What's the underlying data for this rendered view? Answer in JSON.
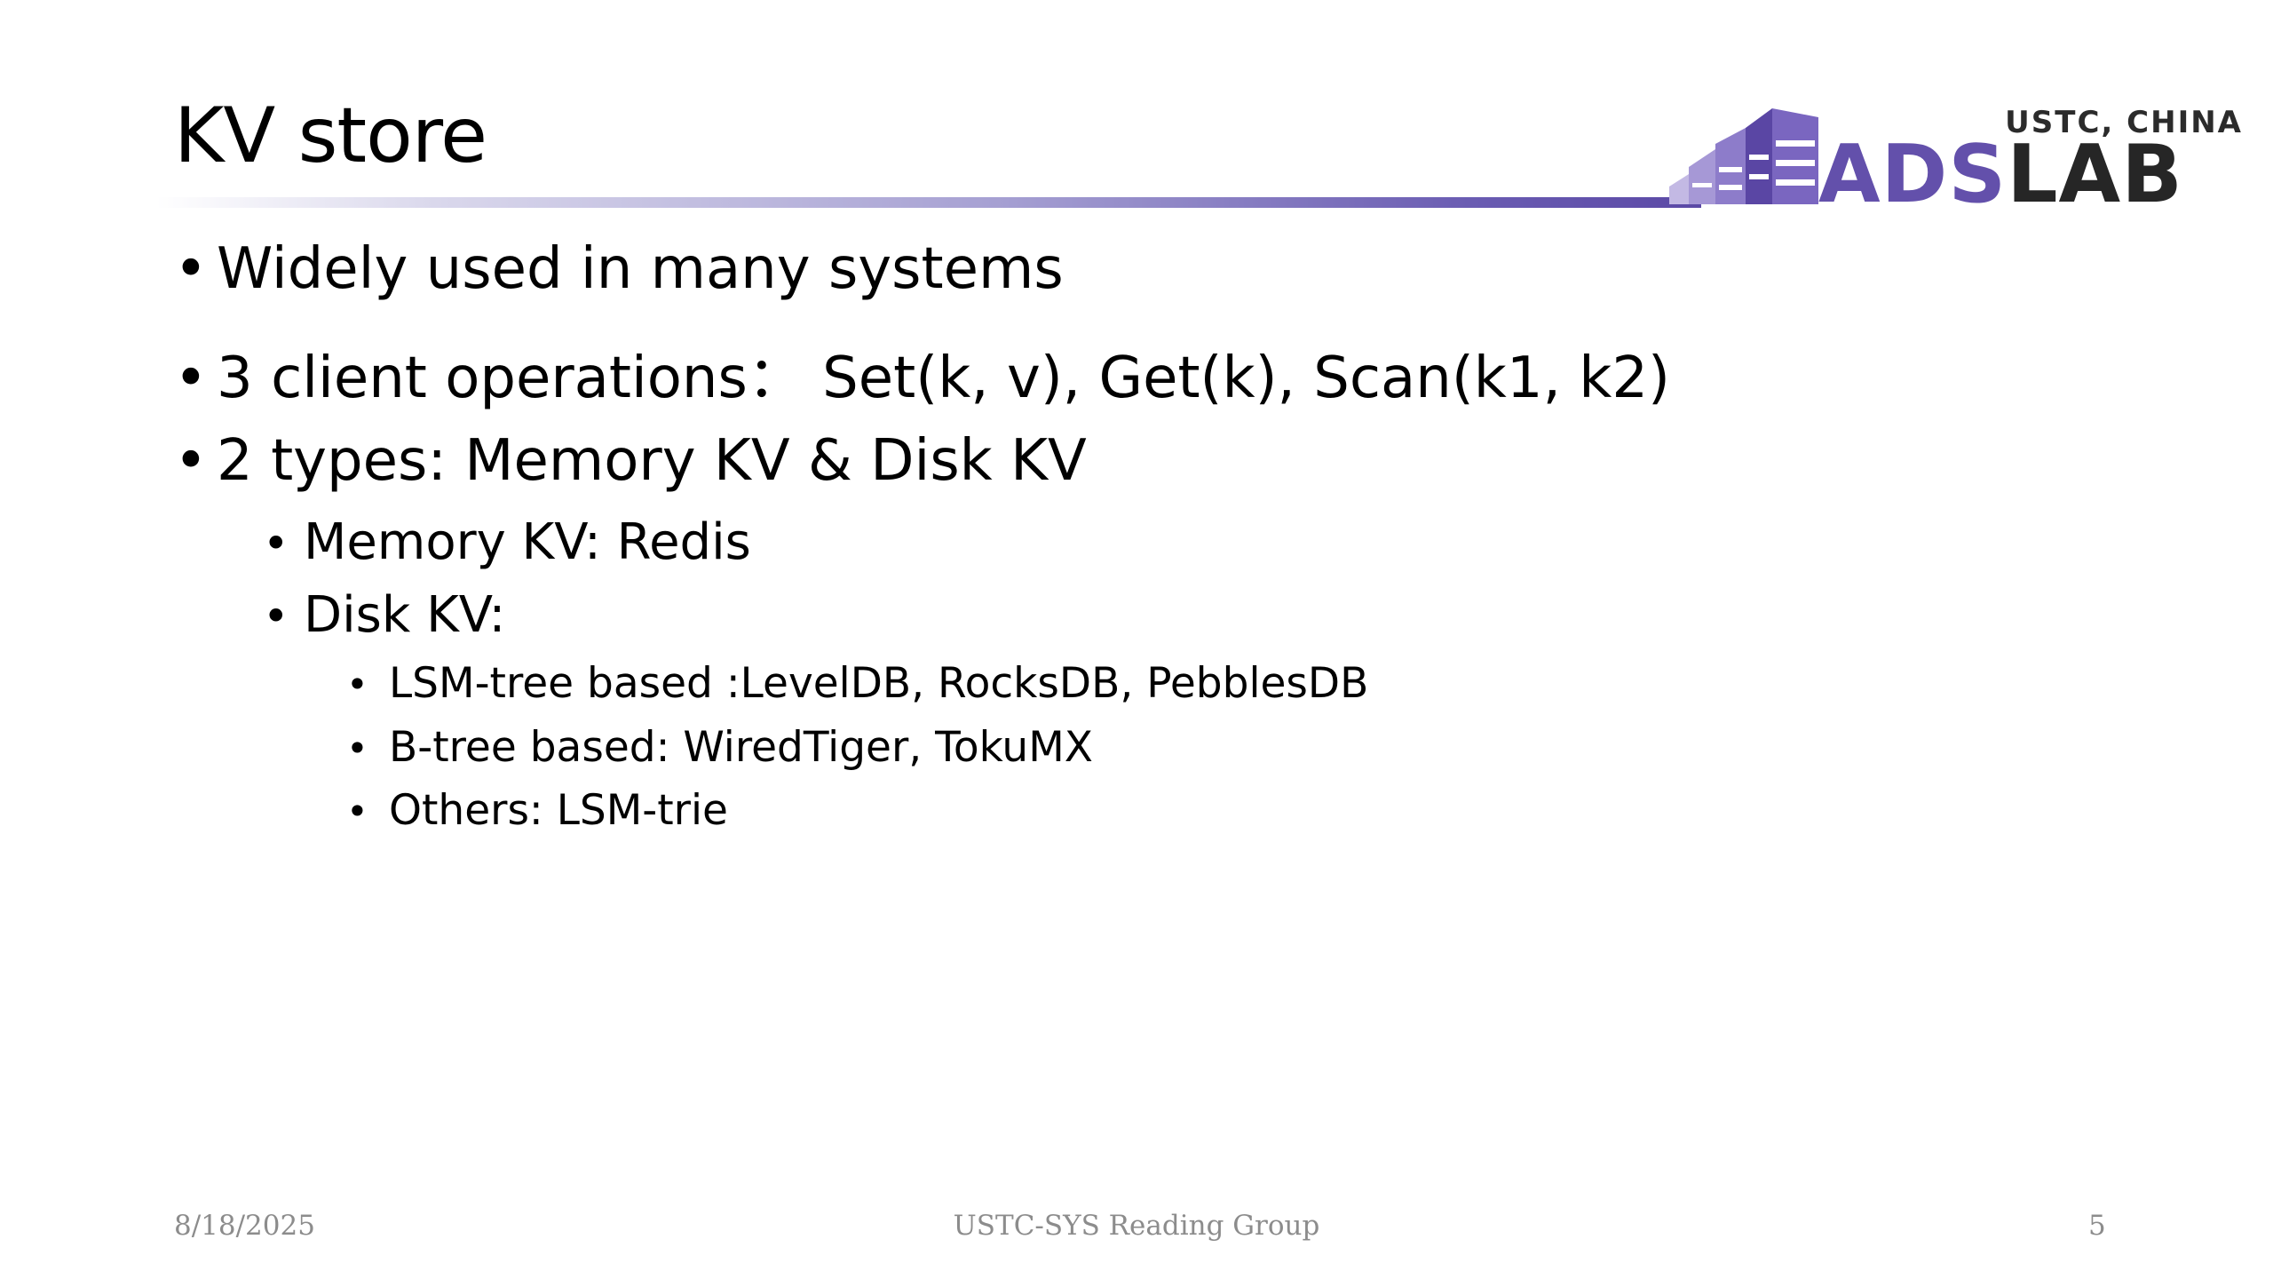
{
  "slide": {
    "title": "KV store",
    "logo": {
      "subtitle": "USTC, CHINA",
      "name_part1": "ADS",
      "name_part2": "LAB"
    },
    "bullets": [
      {
        "bullet": "•",
        "text": "Widely used in many systems"
      },
      {
        "bullet": "•",
        "text": "3 client operations：  Set(k, v), Get(k), Scan(k1, k2)"
      },
      {
        "bullet": "•",
        "text": "2 types: Memory KV & Disk KV"
      },
      {
        "bullet": "•",
        "text": "Memory KV: Redis"
      },
      {
        "bullet": "•",
        "text": "Disk KV:"
      },
      {
        "bullet": "•",
        "text": "LSM-tree based :LevelDB, RocksDB, PebblesDB"
      },
      {
        "bullet": "•",
        "text": "B-tree based: WiredTiger, TokuMX"
      },
      {
        "bullet": "•",
        "text": "Others: LSM-trie"
      }
    ],
    "footer": {
      "date": "8/18/2025",
      "center": "USTC-SYS Reading Group",
      "page_number": "5"
    },
    "colors": {
      "brand_purple": "#6350ab",
      "logo_dark": "#262626",
      "footer_gray": "#8c8c8c"
    }
  }
}
